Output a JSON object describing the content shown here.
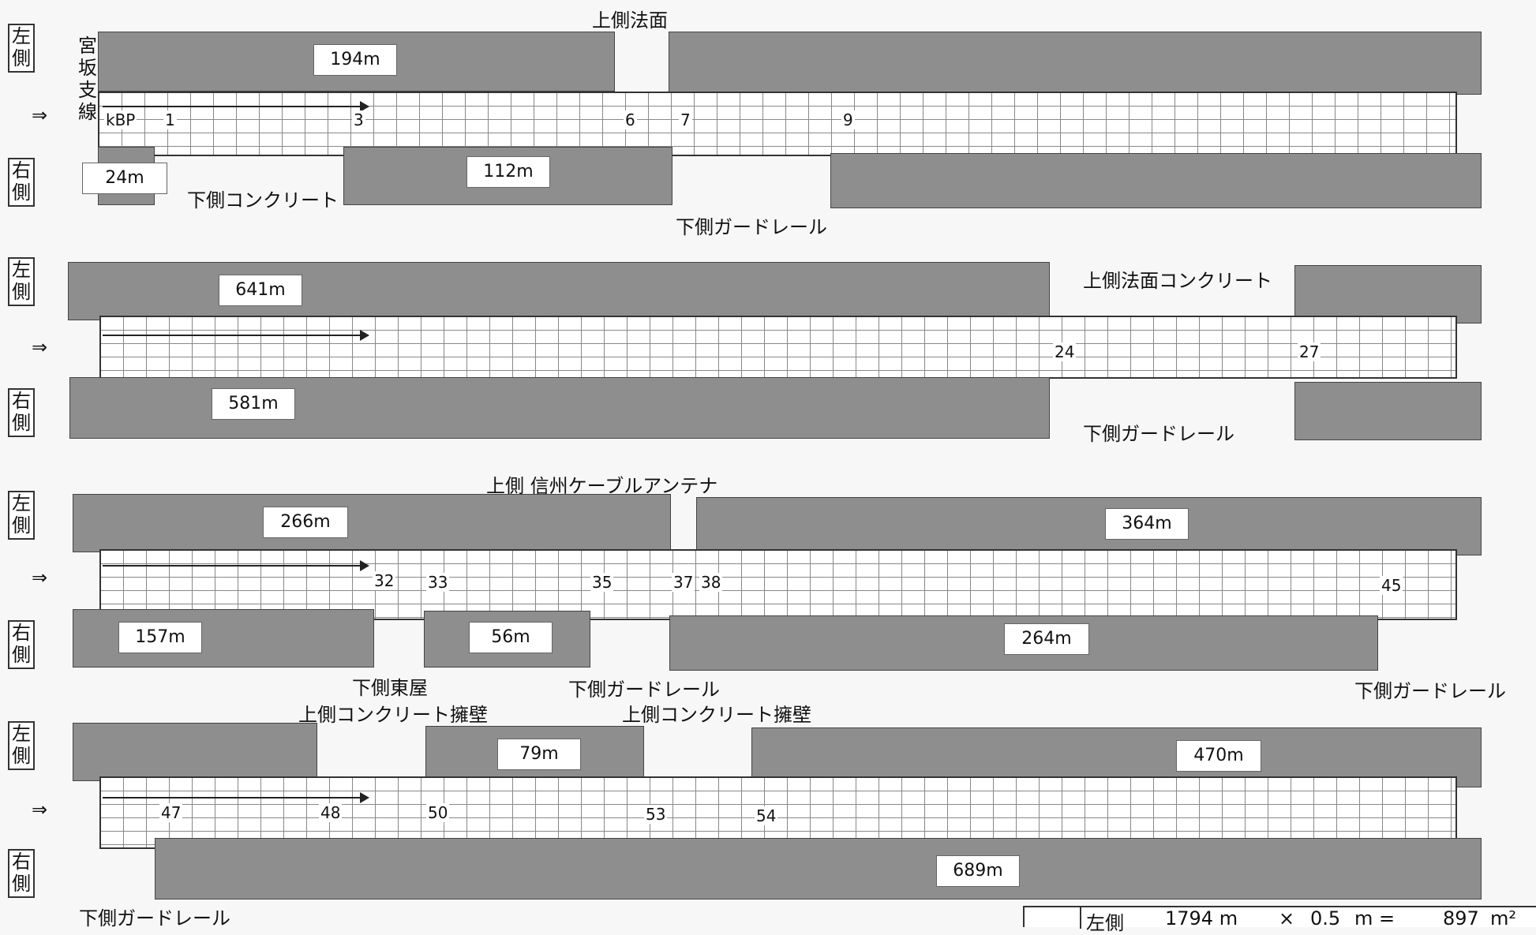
{
  "side_labels": {
    "left": "左\n側",
    "right": "右\n側"
  },
  "arrow": "⇒",
  "row1": {
    "vertical_label": "宮\n坂\n支\n線",
    "kbp": "kBP",
    "top_note": "上側法面",
    "seg_left_top": "194m",
    "seg_right_small": "24m",
    "seg_right_mid": "112m",
    "note_lower_concrete": "下側コンクリート",
    "note_lower_guard": "下側ガードレール",
    "km": [
      "1",
      "3",
      "6",
      "7",
      "9"
    ]
  },
  "row2": {
    "seg_left": "641m",
    "seg_right": "581m",
    "note_upper": "上側法面コンクリート",
    "note_lower": "下側ガードレール",
    "km": [
      "24",
      "27"
    ]
  },
  "row3": {
    "top_note": "上側 信州ケーブルアンテナ",
    "seg_left_1": "266m",
    "seg_left_2": "364m",
    "seg_right_1": "157m",
    "seg_right_2": "56m",
    "seg_right_3": "264m",
    "note_lower_1": "下側東屋",
    "note_lower_2": "下側ガードレール",
    "note_lower_3": "下側ガードレール",
    "km": [
      "32",
      "33",
      "35",
      "37",
      "38",
      "45"
    ]
  },
  "row4": {
    "note_upper_1": "上側コンクリート擁壁",
    "note_upper_2": "上側コンクリート擁壁",
    "seg_left_1": "79m",
    "seg_left_2": "470m",
    "seg_right": "689m",
    "note_lower": "下側ガードレール",
    "km": [
      "47",
      "48",
      "50",
      "53",
      "54"
    ]
  },
  "summary": {
    "side": "左側",
    "length": "1794 m",
    "times": "×",
    "width": "0.5",
    "unit_eq": "m =",
    "area": "897",
    "area_unit": "m²"
  }
}
